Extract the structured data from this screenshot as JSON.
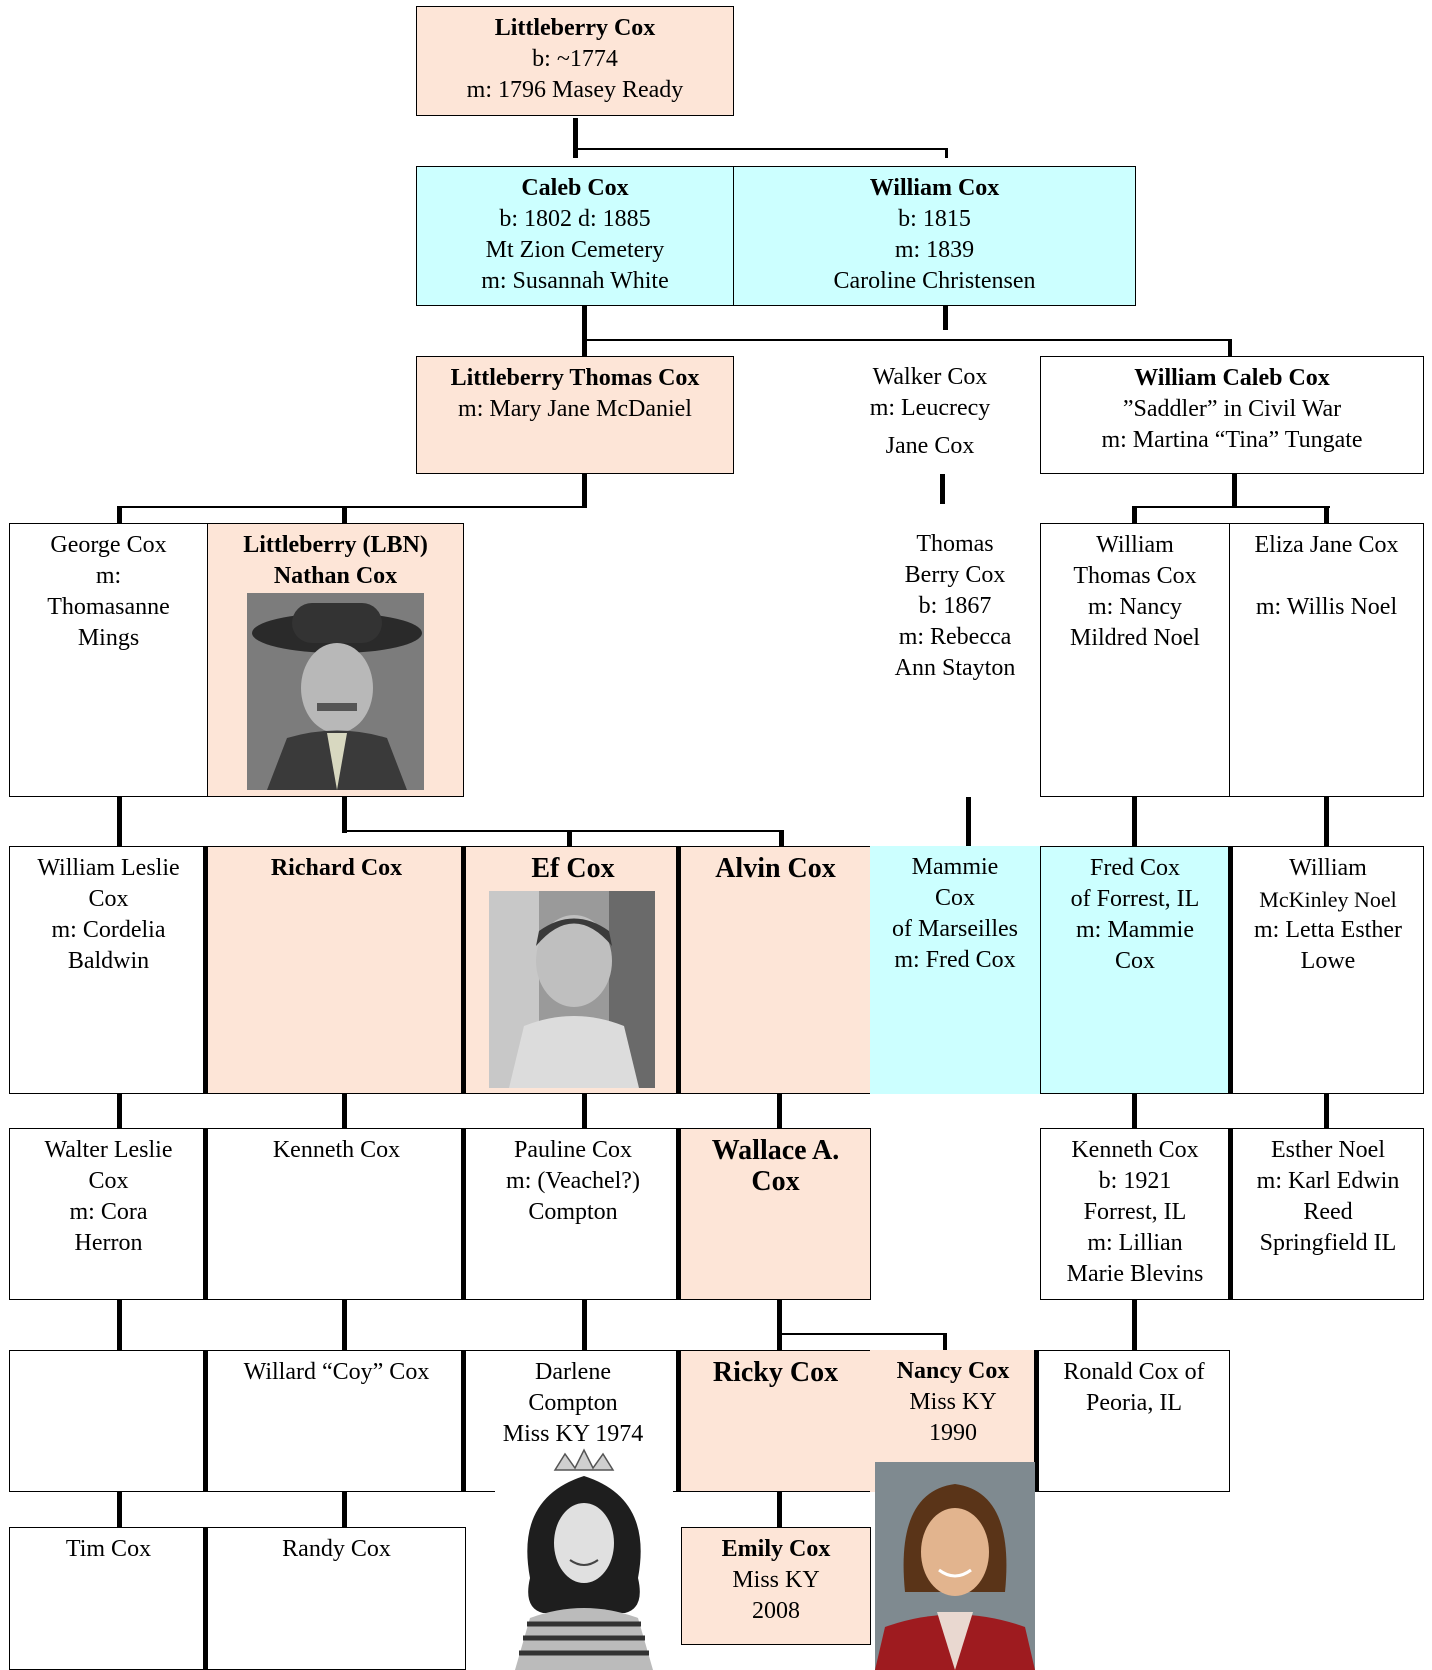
{
  "gen1": {
    "littleberry": {
      "name": "Littleberry Cox",
      "l1": "b: ~1774",
      "l2": "m: 1796 Masey Ready"
    }
  },
  "gen2": {
    "caleb": {
      "name": "Caleb Cox",
      "l1": "b: 1802 d: 1885",
      "l2": "Mt Zion Cemetery",
      "l3": "m: Susannah White"
    },
    "william": {
      "name": "William Cox",
      "l1": "b: 1815",
      "l2": "m: 1839",
      "l3": "Caroline Christensen"
    }
  },
  "gen3": {
    "lt_thomas": {
      "name": "Littleberry Thomas Cox",
      "l1": "m: Mary Jane McDaniel"
    },
    "walker": {
      "l1": "Walker Cox",
      "l2": "m: Leucrecy",
      "l3": "Jane Cox"
    },
    "william_caleb": {
      "name": "William Caleb Cox",
      "l1": "”Saddler” in Civil War",
      "l2": "m: Martina “Tina” Tungate"
    }
  },
  "gen4": {
    "george": {
      "l1": "George Cox",
      "l2": "m:",
      "l3": "Thomasanne",
      "l4": "Mings"
    },
    "lbn": {
      "name1": "Littleberry (LBN)",
      "name2": "Nathan Cox"
    },
    "thomas_berry": {
      "l1": "Thomas",
      "l2": "Berry Cox",
      "l3": "b: 1867",
      "l4": "m: Rebecca",
      "l5": "Ann Stayton"
    },
    "william_thomas": {
      "l1": "William",
      "l2": "Thomas Cox",
      "l3": "m: Nancy",
      "l4": "Mildred Noel"
    },
    "eliza": {
      "l1": "Eliza Jane Cox",
      "l2": "m: Willis Noel"
    }
  },
  "gen5": {
    "william_leslie": {
      "l1": "William Leslie",
      "l2": "Cox",
      "l3": "m: Cordelia",
      "l4": "Baldwin"
    },
    "richard": {
      "name": "Richard Cox"
    },
    "ef": {
      "name": "Ef Cox"
    },
    "alvin": {
      "name": "Alvin Cox"
    },
    "mammie": {
      "l1": "Mammie",
      "l2": "Cox",
      "l3": "of Marseilles",
      "l4": "m: Fred Cox"
    },
    "fred": {
      "l1": "Fred Cox",
      "l2": "of Forrest, IL",
      "l3": "m: Mammie",
      "l4": "Cox"
    },
    "william_mckinley": {
      "l1": "William",
      "l2": "McKinley Noel",
      "l3": "m: Letta Esther",
      "l4": "Lowe"
    }
  },
  "gen6": {
    "walter": {
      "l1": "Walter Leslie",
      "l2": "Cox",
      "l3": "m: Cora",
      "l4": "Herron"
    },
    "kenneth": {
      "l1": "Kenneth Cox"
    },
    "pauline": {
      "l1": "Pauline Cox",
      "l2": "m: (Veachel?)",
      "l3": "Compton"
    },
    "wallace": {
      "name1": "Wallace A.",
      "name2": "Cox"
    },
    "kenneth2": {
      "l1": "Kenneth Cox",
      "l2": "b: 1921",
      "l3": "Forrest, IL",
      "l4": "m: Lillian",
      "l5": "Marie Blevins"
    },
    "esther": {
      "l1": "Esther Noel",
      "l2": "m: Karl Edwin",
      "l3": "Reed",
      "l4": "Springfield IL"
    }
  },
  "gen7": {
    "willard": {
      "l1": "Willard “Coy” Cox"
    },
    "darlene": {
      "l1": "Darlene",
      "l2": "Compton",
      "l3": "Miss KY 1974"
    },
    "ricky": {
      "name": "Ricky Cox"
    },
    "nancy": {
      "name": "Nancy Cox",
      "l1": "Miss KY",
      "l2": "1990"
    },
    "ronald": {
      "l1": "Ronald Cox of",
      "l2": "Peoria, IL"
    }
  },
  "gen8": {
    "tim": {
      "l1": "Tim Cox"
    },
    "randy": {
      "l1": "Randy Cox"
    },
    "emily": {
      "name": "Emily Cox",
      "l1": "Miss KY",
      "l2": "2008"
    }
  },
  "colors": {
    "peach": "#fde5d7",
    "cyan": "#ccffff",
    "line": "#000000"
  }
}
